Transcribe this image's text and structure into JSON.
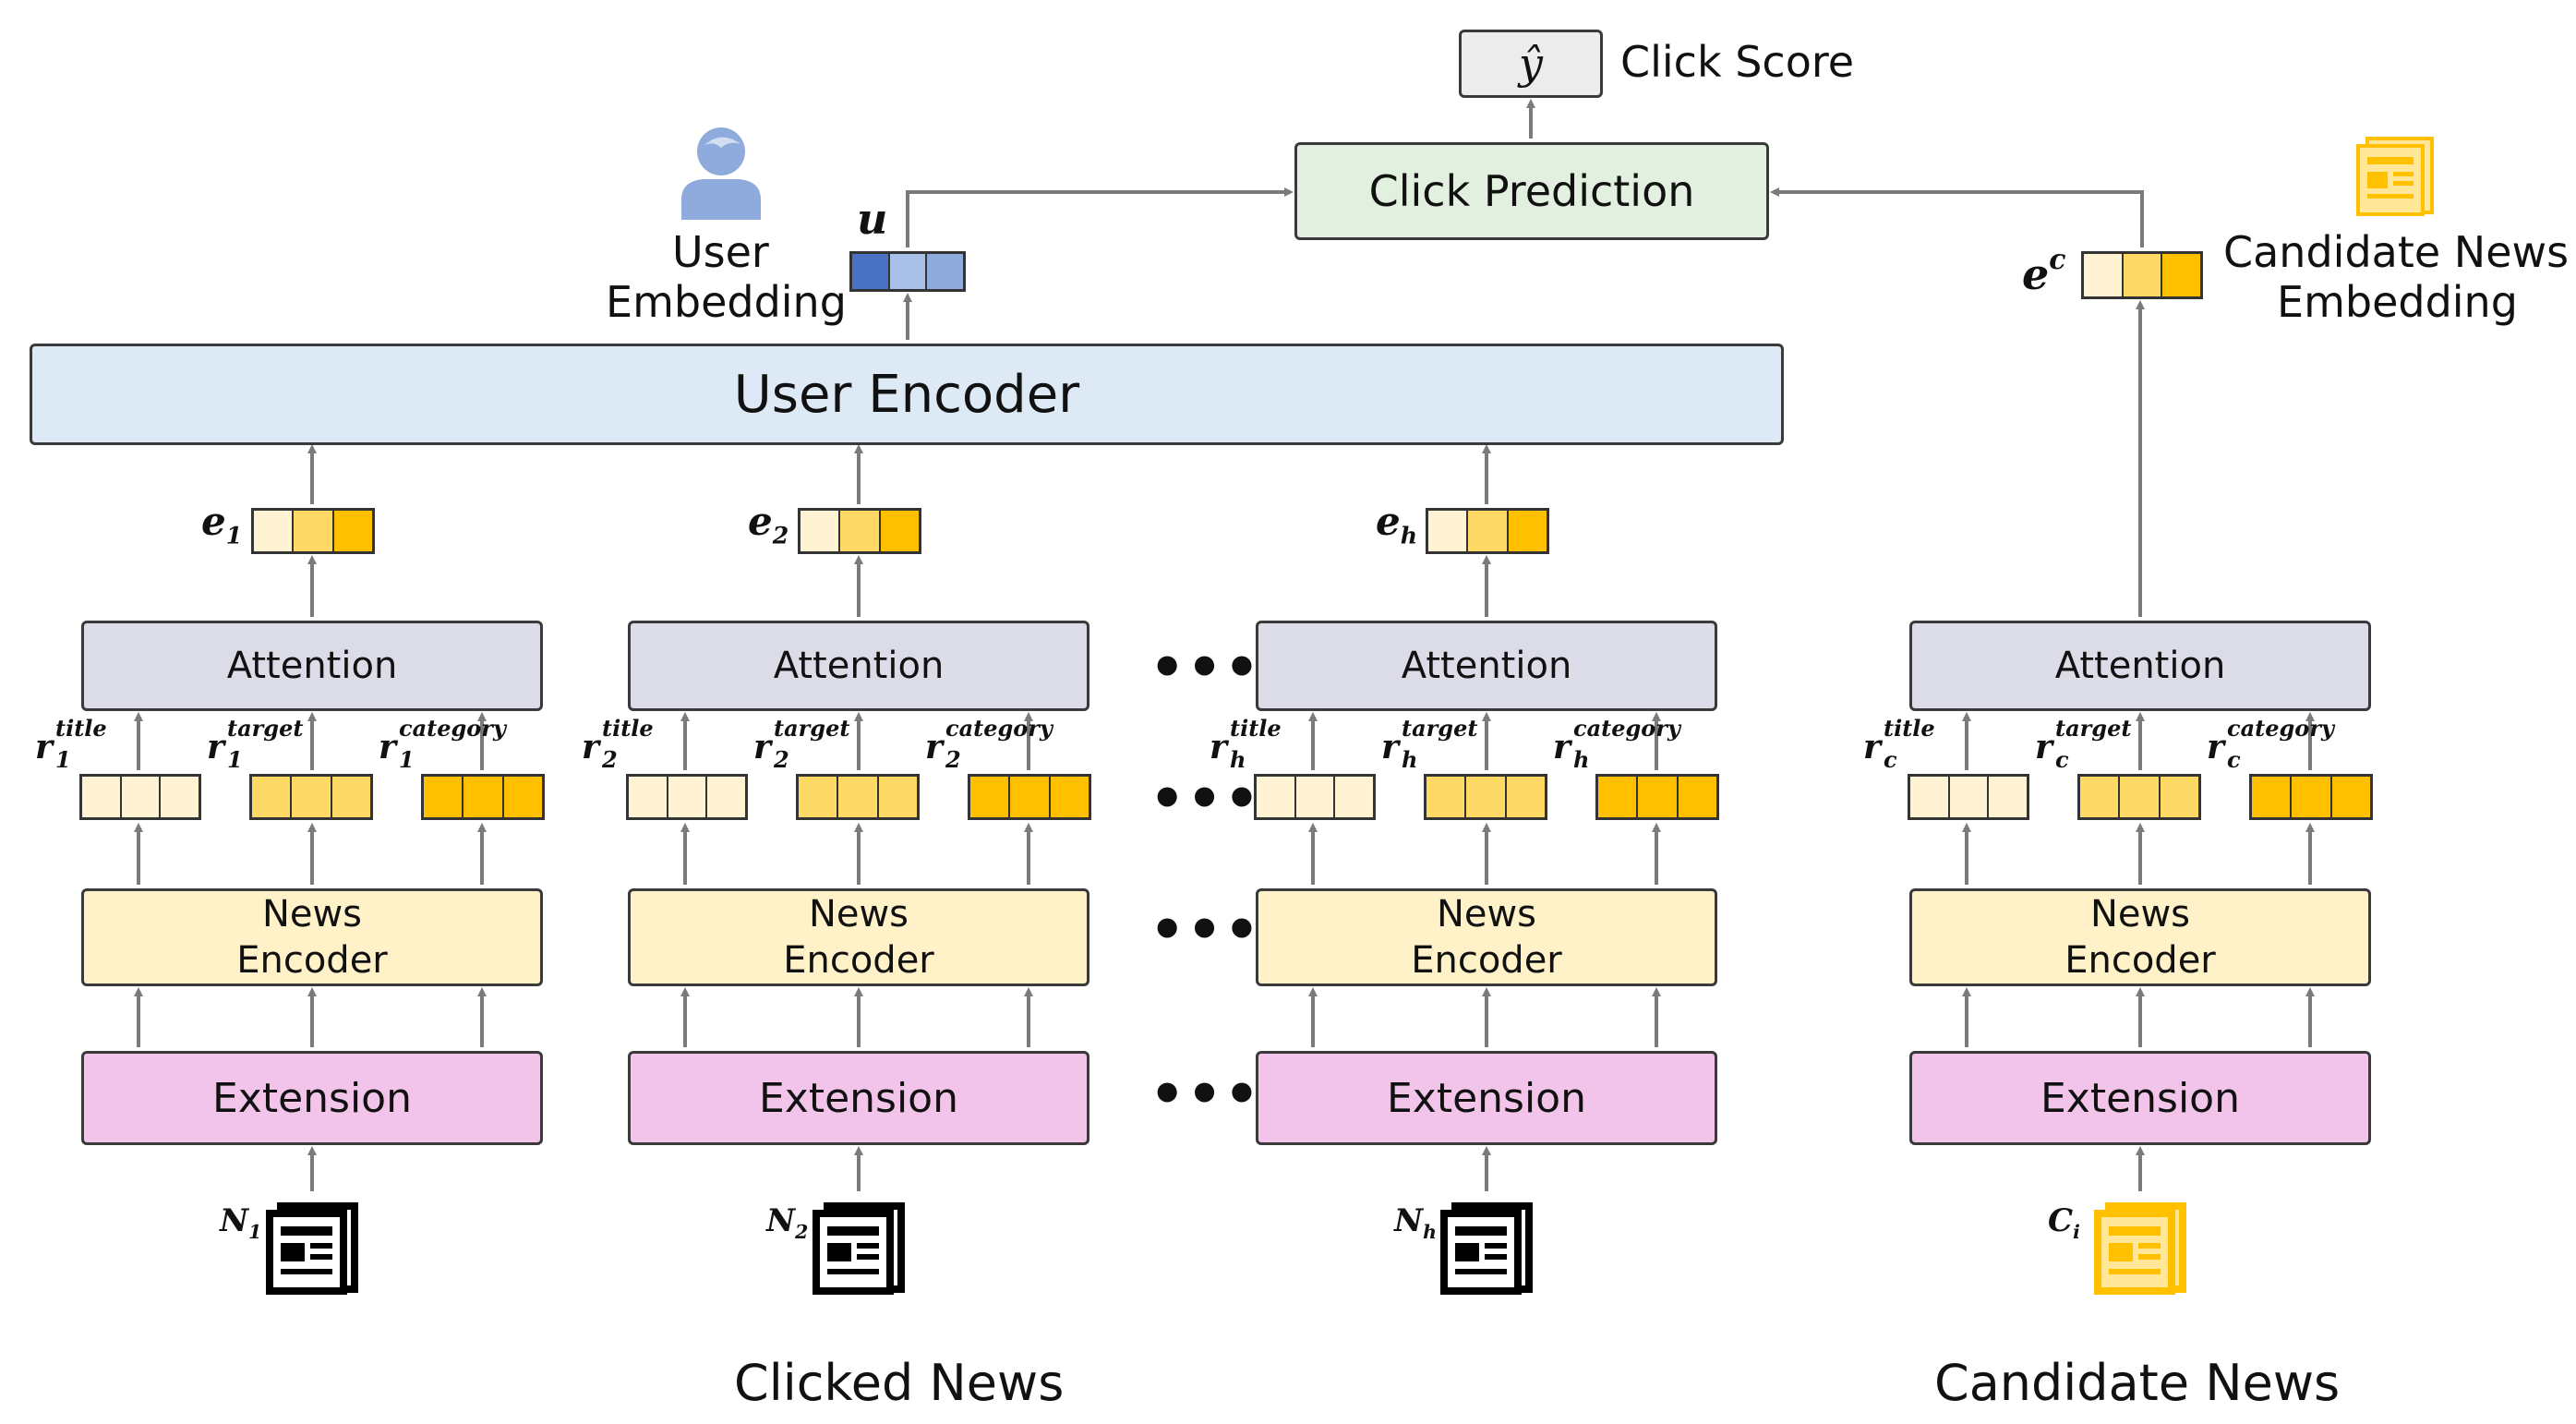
{
  "colors": {
    "attention": "#dcdce9",
    "news_encoder": "#fff1c8",
    "extension": "#f2c4ea",
    "user_encoder": "#dde9f5",
    "click_prediction": "#e2f1df",
    "vec_light": "#fff3d4",
    "vec_mid": "#ffd966",
    "vec_dark": "#ffc000",
    "user_vec_dark": "#4a72c4",
    "user_vec_light": "#a8c0e8",
    "arrow": "#7a7a7a"
  },
  "output": {
    "y_hat": "ŷ",
    "click_score": "Click Score"
  },
  "click_prediction": "Click Prediction",
  "user_encoder": "User Encoder",
  "user_embedding": {
    "symbol": "u",
    "label_line1": "User",
    "label_line2": "Embedding",
    "icon": "user-icon"
  },
  "candidate_embedding": {
    "symbol": "e",
    "sup": "c",
    "label_line1": "Candidate News",
    "label_line2": "Embedding",
    "icon": "document-icon"
  },
  "columns": [
    {
      "e_sub": "1",
      "r_sub": "1",
      "input": "N",
      "input_sub": "1"
    },
    {
      "e_sub": "2",
      "r_sub": "2",
      "input": "N",
      "input_sub": "2"
    },
    {
      "e_sub": "h",
      "r_sub": "h",
      "input": "N",
      "input_sub": "h"
    }
  ],
  "candidate_column": {
    "r_sub": "c",
    "input": "C",
    "input_sub": "i"
  },
  "module_labels": {
    "attention": "Attention",
    "news_encoder_line1": "News",
    "news_encoder_line2": "Encoder",
    "extension": "Extension"
  },
  "r_sup": {
    "title": "title",
    "target": "target",
    "category": "category"
  },
  "ellipsis": "•••",
  "captions": {
    "clicked": "Clicked News",
    "candidate": "Candidate News"
  }
}
